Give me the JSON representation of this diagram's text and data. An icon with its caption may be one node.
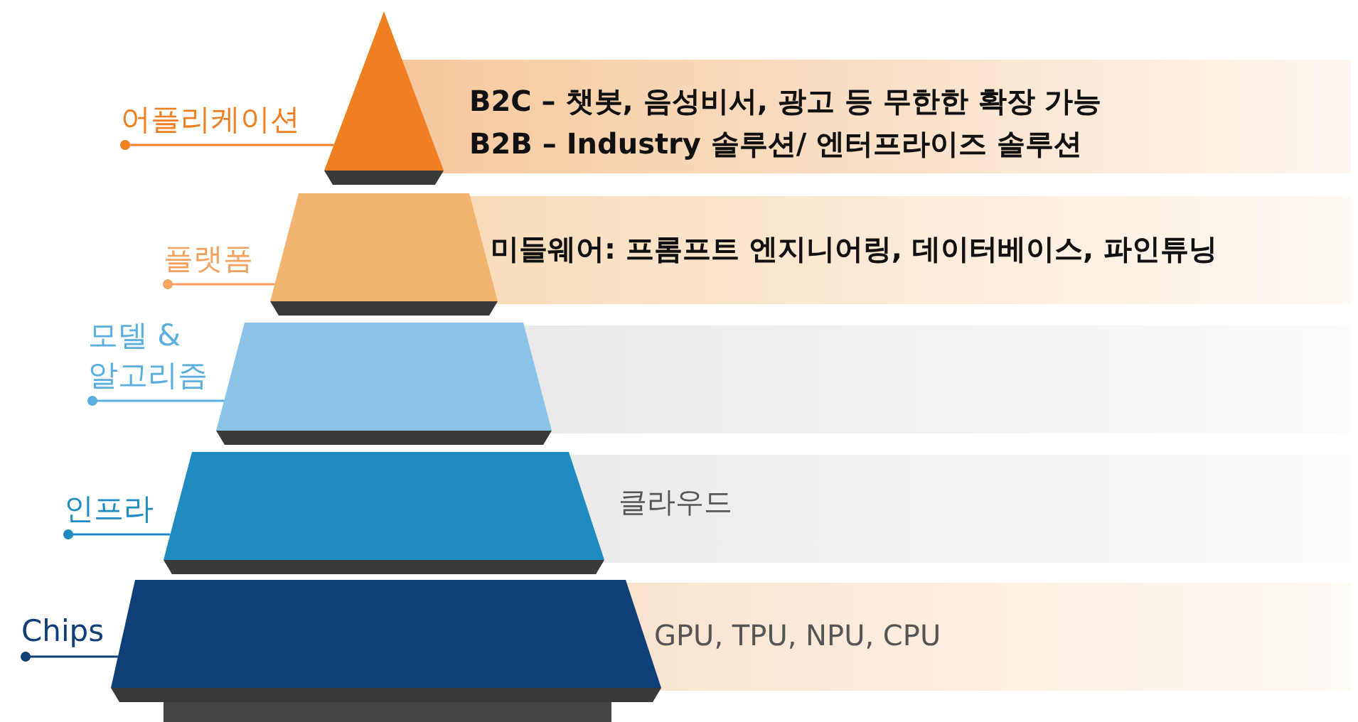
{
  "diagram": {
    "nodes": [
      {
        "text": [
          "어플리케이션"
        ]
      },
      {
        "text": [
          "B2C – 챗봇, 음성비서, 광고 등 무한한 확장 가능",
          "B2B – Industry 솔루션/ 엔터프라이즈 솔루션"
        ]
      },
      {
        "text": [
          "플랫폼"
        ]
      },
      {
        "text": [
          "미들웨어: 프롬프트 엔지니어링, 데이터베이스, 파인튜닝"
        ]
      },
      {
        "text": [
          "모델 & 알고리즘"
        ]
      },
      {
        "text": [],
        "shape": "box"
      },
      {
        "text": [
          "인프라"
        ]
      },
      {
        "text": [
          "클라우드"
        ]
      },
      {
        "text": [
          "Chips"
        ]
      },
      {
        "text": [
          "GPU, TPU, NPU, CPU"
        ]
      },
      {
        "text": [],
        "shape": "bar"
      }
    ],
    "edges": [
      {
        "from": 0,
        "to": 1,
        "arrow": "other",
        "color": "#f07f22"
      },
      {
        "from": 2,
        "to": 3,
        "arrow": "other",
        "color": "#f1a35f"
      },
      {
        "from": 4,
        "to": 5,
        "arrow": "other",
        "color": "#5aaee0"
      },
      {
        "from": 6,
        "to": 7,
        "arrow": "other",
        "color": "#1f8bc0"
      },
      {
        "from": 8,
        "to": 9,
        "arrow": "other",
        "color": "#0f3f78"
      }
    ]
  }
}
